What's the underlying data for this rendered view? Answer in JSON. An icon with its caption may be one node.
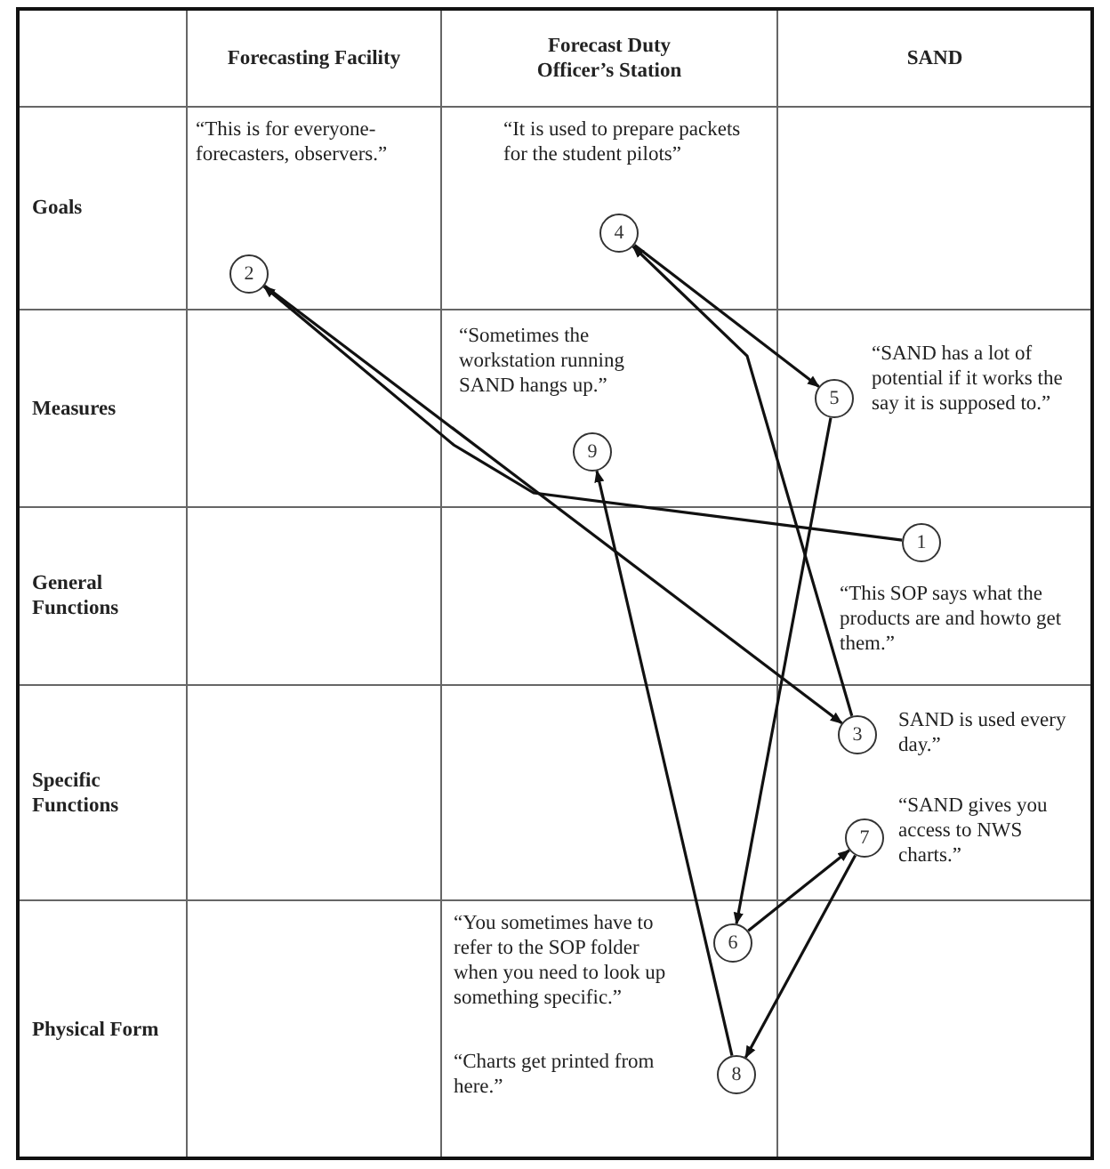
{
  "diagram": {
    "nodes": [
      {
        "text": [
          "1"
        ]
      },
      {
        "text": [
          "2"
        ]
      },
      {
        "text": [
          "3"
        ]
      },
      {
        "text": [
          "4"
        ]
      },
      {
        "text": [
          "5"
        ]
      },
      {
        "text": [
          "6"
        ]
      },
      {
        "text": [
          "7"
        ]
      },
      {
        "text": [
          "8"
        ]
      },
      {
        "text": [
          "9"
        ]
      }
    ],
    "edges": [
      {
        "from": 0,
        "to": 1,
        "arrow": "to"
      },
      {
        "from": 1,
        "to": 2,
        "arrow": "to"
      },
      {
        "from": 2,
        "to": 3,
        "arrow": "to"
      },
      {
        "from": 3,
        "to": 4,
        "arrow": "to"
      },
      {
        "from": 4,
        "to": 5,
        "arrow": "to"
      },
      {
        "from": 5,
        "to": 6,
        "arrow": "to"
      },
      {
        "from": 6,
        "to": 7,
        "arrow": "to"
      },
      {
        "from": 7,
        "to": 8,
        "arrow": "to"
      }
    ],
    "labels": [
      "Forecasting Facility",
      "Forecast Duty Officer’s Station",
      "SAND",
      "Goals",
      "“This is for everyone-forecasters, observers.”",
      "“It is used to prepare packets for the student pilots”",
      "Measures",
      "“Sometimes the workstation running SAND hangs up.”",
      "“SAND has a lot of potential if it works the say it is supposed to.”",
      "General Functions",
      "“This SOP says what the products are and howto get them.”",
      "Specific Functions",
      "SAND is used every day.”",
      "“SAND gives you access to NWS charts.”",
      "Physical Form",
      "“You sometimes have to refer to the SOP folder when you need to look up something specific.”",
      "“Charts get printed from here.”"
    ]
  }
}
